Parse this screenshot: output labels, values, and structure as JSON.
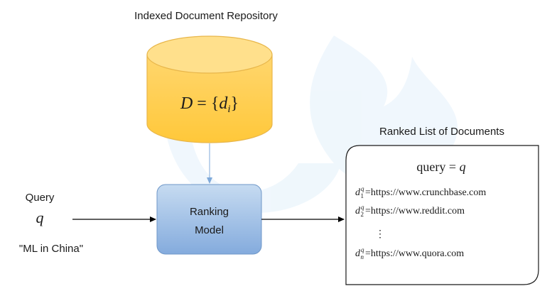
{
  "repository": {
    "title": "Indexed Document Repository",
    "formula": "D = {d",
    "formula_sub": "i",
    "formula_close": "}"
  },
  "model": {
    "line1": "Ranking",
    "line2": "Model"
  },
  "query": {
    "label": "Query",
    "symbol": "q",
    "example": "\"ML in China\""
  },
  "ranked_list": {
    "title": "Ranked List of Documents",
    "header_left": "query = ",
    "header_var": "q",
    "items": [
      {
        "sym": "d",
        "sup": "q",
        "sub": "1",
        "url": "=https://www.crunchbase.com"
      },
      {
        "sym": "d",
        "sup": "q",
        "sub": "2",
        "url": "=https://www.reddit.com"
      },
      {
        "sym": "d",
        "sup": "q",
        "sub": "n",
        "url": "=https://www.quora.com"
      }
    ],
    "ellipsis": "⋮"
  },
  "colors": {
    "cylinder_top": "#ffe39a",
    "cylinder_body": "#ffcf5a",
    "cylinder_stroke": "#e8b64a",
    "model_fill_top": "#bcd4ee",
    "model_fill_bottom": "#86aee0",
    "model_stroke": "#6f97c8",
    "watermark": "#d8ecfa",
    "arrow": "#000000",
    "connector": "#7fa9d9"
  }
}
